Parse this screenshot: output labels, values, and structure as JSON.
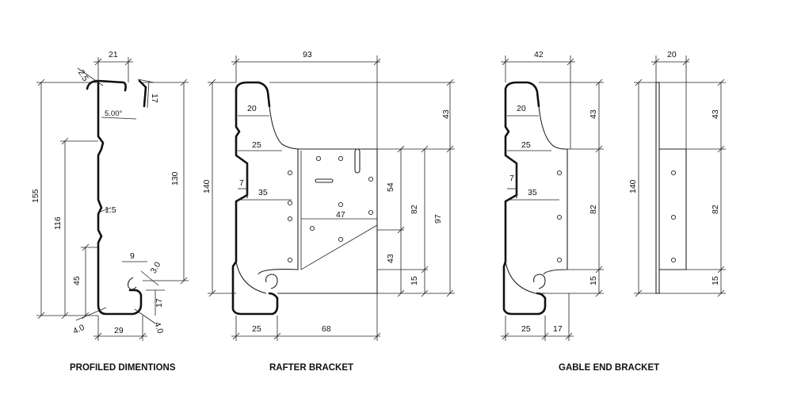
{
  "captions": {
    "profiled": "PROFILED DIMENTIONS",
    "rafter": "RAFTER BRACKET",
    "gable": "GABLE END BRACKET"
  },
  "profiled": {
    "dims": {
      "d21": "21",
      "d2_5": "2.5",
      "d17_top": "17",
      "d5deg": "5.00°",
      "d155": "155",
      "d116": "116",
      "d1_5": "1.5",
      "d130": "130",
      "d45": "45",
      "d9": "9",
      "d3_0": "3.0",
      "d17_bot": "17",
      "d4_0_left": "4.0",
      "d29": "29",
      "d4_0_right": "4.0"
    }
  },
  "rafter": {
    "dims": {
      "d93": "93",
      "d140": "140",
      "d20": "20",
      "d25_top": "25",
      "d7": "7",
      "d35": "35",
      "d47": "47",
      "d54": "54",
      "d82": "82",
      "d97": "97",
      "d43_right": "43",
      "d43_low": "43",
      "d15": "15",
      "d25_bot": "25",
      "d68": "68"
    }
  },
  "gable": {
    "dims": {
      "d42": "42",
      "d20": "20",
      "d25": "25",
      "d7": "7",
      "d35": "35",
      "d43": "43",
      "d82": "82",
      "d15": "15",
      "d25_bot": "25",
      "d17": "17",
      "d20_side": "20",
      "d140_side": "140",
      "d43_side": "43",
      "d82_side": "82",
      "d15_side": "15"
    }
  }
}
